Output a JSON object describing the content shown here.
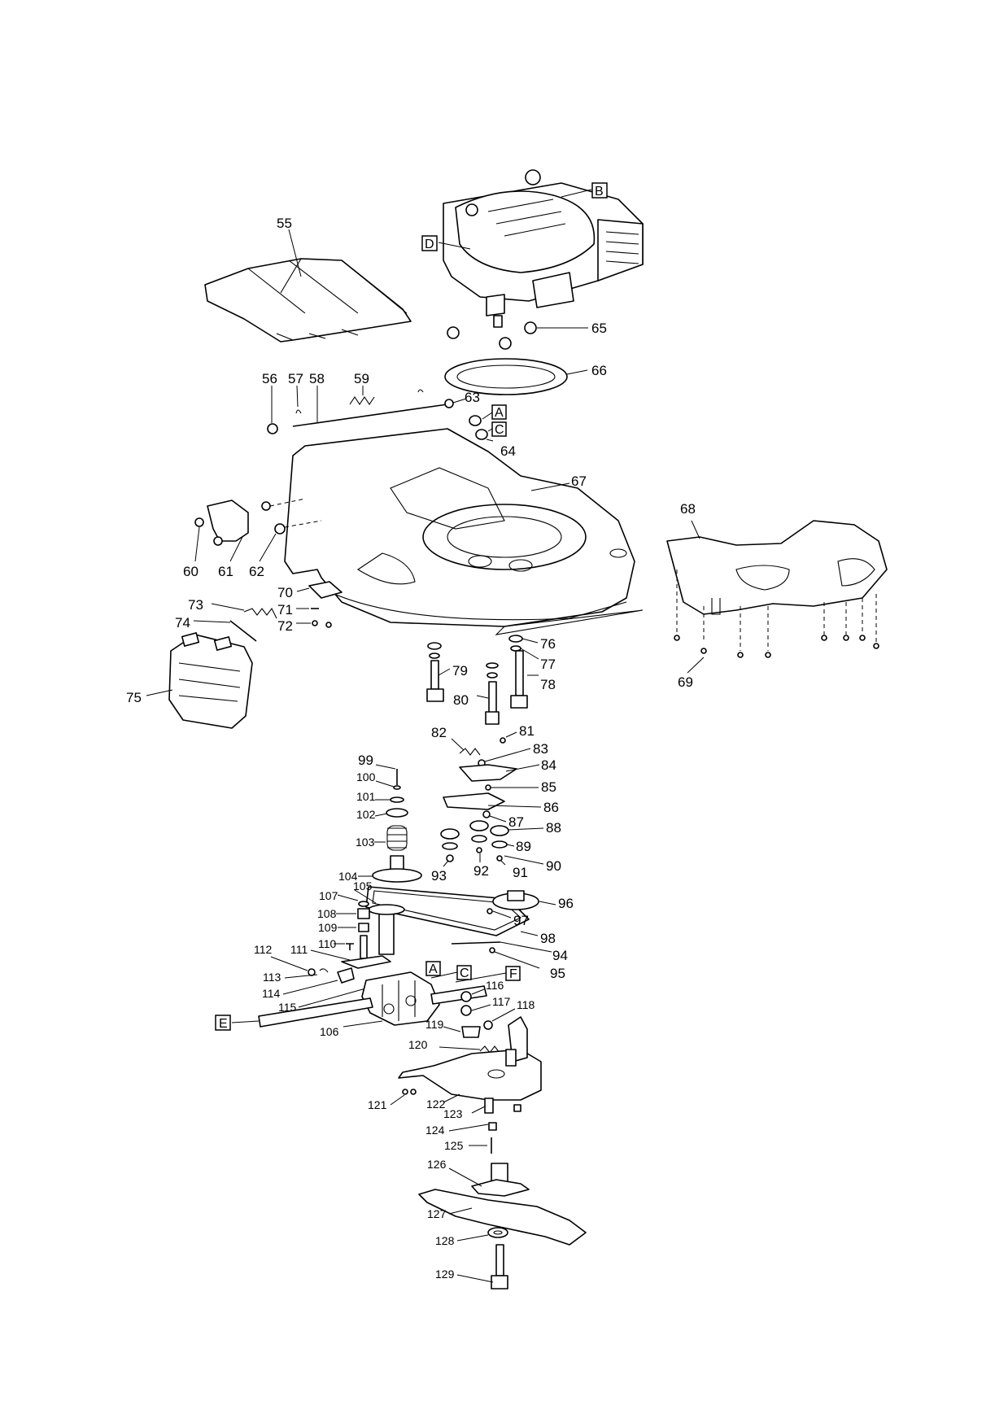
{
  "labels": {
    "l55": "55",
    "l56": "56",
    "l57": "57",
    "l58": "58",
    "l59": "59",
    "l60": "60",
    "l61": "61",
    "l62": "62",
    "l63": "63",
    "l64": "64",
    "l65": "65",
    "l66": "66",
    "l67": "67",
    "l68": "68",
    "l69": "69",
    "l70": "70",
    "l71": "71",
    "l72": "72",
    "l73": "73",
    "l74": "74",
    "l75": "75",
    "l76": "76",
    "l77": "77",
    "l78": "78",
    "l79": "79",
    "l80": "80",
    "l81": "81",
    "l82": "82",
    "l83": "83",
    "l84": "84",
    "l85": "85",
    "l86": "86",
    "l87": "87",
    "l88": "88",
    "l89": "89",
    "l90": "90",
    "l91": "91",
    "l92": "92",
    "l93": "93",
    "l94": "94",
    "l95": "95",
    "l96": "96",
    "l97": "97",
    "l98": "98",
    "l99": "99",
    "l100": "100",
    "l101": "101",
    "l102": "102",
    "l103": "103",
    "l104": "104",
    "l105": "105",
    "l106": "106",
    "l107": "107",
    "l108": "108",
    "l109": "109",
    "l110": "110",
    "l111": "111",
    "l112": "112",
    "l113": "113",
    "l114": "114",
    "l115": "115",
    "l116": "116",
    "l117": "117",
    "l118": "118",
    "l119": "119",
    "l120": "120",
    "l121": "121",
    "l122": "122",
    "l123": "123",
    "l124": "124",
    "l125": "125",
    "l126": "126",
    "l127": "127",
    "l128": "128",
    "l129": "129"
  },
  "refs": {
    "B": "B",
    "D": "D",
    "A1": "A",
    "C1": "C",
    "A2": "A",
    "C2": "C",
    "F": "F",
    "E": "E"
  }
}
